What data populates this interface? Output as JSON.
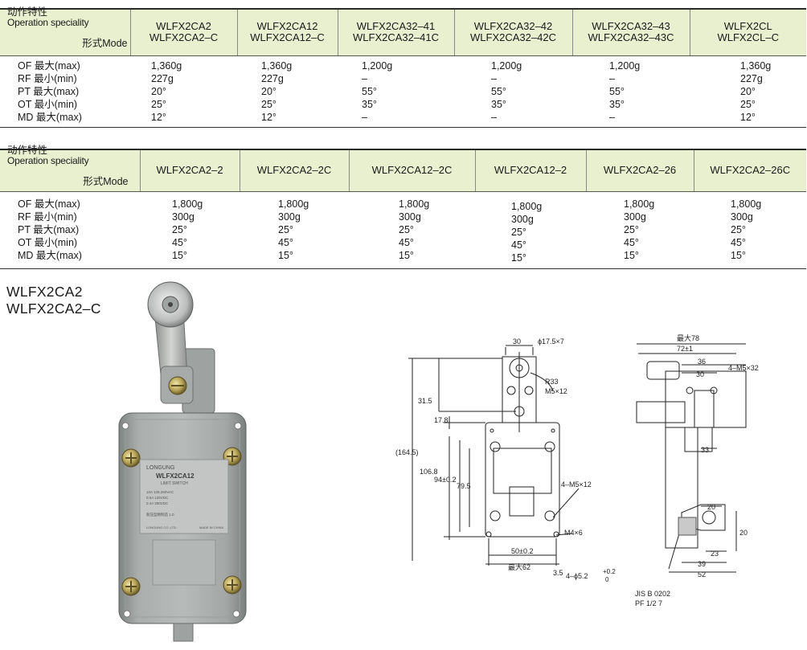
{
  "table1": {
    "mode_label": "形式Mode",
    "op_label_cn": "动作特性",
    "op_label_en": "Operation speciality",
    "columns": [
      [
        "WLFX2CA2",
        "WLFX2CA2–C"
      ],
      [
        "WLFX2CA12",
        "WLFX2CA12–C"
      ],
      [
        "WLFX2CA32–41",
        "WLFX2CA32–41C"
      ],
      [
        "WLFX2CA32–42",
        "WLFX2CA32–42C"
      ],
      [
        "WLFX2CA32–43",
        "WLFX2CA32–43C"
      ],
      [
        "WLFX2CL",
        "WLFX2CL–C"
      ]
    ],
    "row_labels": [
      "OF 最大(max)",
      "RF 最小(min)",
      "PT 最大(max)",
      "OT 最小(min)",
      "MD 最大(max)"
    ],
    "values": [
      [
        "1,360g",
        "227g",
        "20°",
        "25°",
        "12°"
      ],
      [
        "1,360g",
        "227g",
        "20°",
        "25°",
        "12°"
      ],
      [
        "1,200g",
        "–",
        "55°",
        "35°",
        "–"
      ],
      [
        "1,200g",
        "–",
        "55°",
        "35°",
        "–"
      ],
      [
        "1,200g",
        "–",
        "55°",
        "35°",
        "–"
      ],
      [
        "1,360g",
        "227g",
        "20°",
        "25°",
        "12°"
      ]
    ]
  },
  "table2": {
    "mode_label": "形式Mode",
    "op_label_cn": "动作特性",
    "op_label_en": "Operation speciality",
    "columns": [
      "WLFX2CA2–2",
      "WLFX2CA2–2C",
      "WLFX2CA12–2C",
      "WLFX2CA12–2",
      "WLFX2CA2–26",
      "WLFX2CA2–26C"
    ],
    "row_labels": [
      "OF 最大(max)",
      "RF 最小(min)",
      "PT 最大(max)",
      "OT 最小(min)",
      "MD 最大(max)"
    ],
    "values": [
      [
        "1,800g",
        "300g",
        "25°",
        "45°",
        "15°"
      ],
      [
        "1,800g",
        "300g",
        "25°",
        "45°",
        "15°"
      ],
      [
        "1,800g",
        "300g",
        "25°",
        "45°",
        "15°"
      ],
      [
        "1,800g",
        "300g",
        "25°",
        "45°",
        "15°"
      ],
      [
        "1,800g",
        "300g",
        "25°",
        "45°",
        "15°"
      ],
      [
        "1,800g",
        "300g",
        "25°",
        "45°",
        "15°"
      ]
    ]
  },
  "model_title": [
    "WLFX2CA2",
    "WLFX2CA2–C"
  ],
  "photo_label": {
    "brand": "LONGUNG",
    "model": "WLFX2CA12",
    "type": "LIMIT SWITCH",
    "ratings": [
      "10A 125.250VAC",
      "0.6A 125VDC",
      "0.4A 250VDC"
    ],
    "note": "耐压型精制造 1.0",
    "maker": "LONGUNG CO.,LTD.",
    "origin": "MADE IN CHINA"
  },
  "front_dims": {
    "top_width": "30",
    "roller": "ϕ17.5×7",
    "radius": "R33",
    "screw_top": "M5×12",
    "d_31_5": "31.5",
    "d_17_8": "17.8",
    "d_164_5": "(164.5)",
    "d_106_8": "106.8",
    "d_94": "94±0.2",
    "d_79_5": "79.5",
    "screw_mid": "4–M5×12",
    "screw_bot": "M4×6",
    "d_50": "50±0.2",
    "d_max62": "最大62",
    "d_3_5": "3.5",
    "holes": "4–ϕ5.2",
    "holes_tol": "+0.2",
    "holes_tol2": "0"
  },
  "side_dims": {
    "d_max78": "最大78",
    "d_72": "72±1",
    "d_36": "36",
    "d_30": "30",
    "screw": "4–M5×32",
    "d_33": "33",
    "d_20a": "20",
    "d_20b": "20",
    "d_23": "23",
    "d_39": "39",
    "d_52": "52",
    "std": "JIS B 0202",
    "thread": "PF 1/2 7"
  }
}
